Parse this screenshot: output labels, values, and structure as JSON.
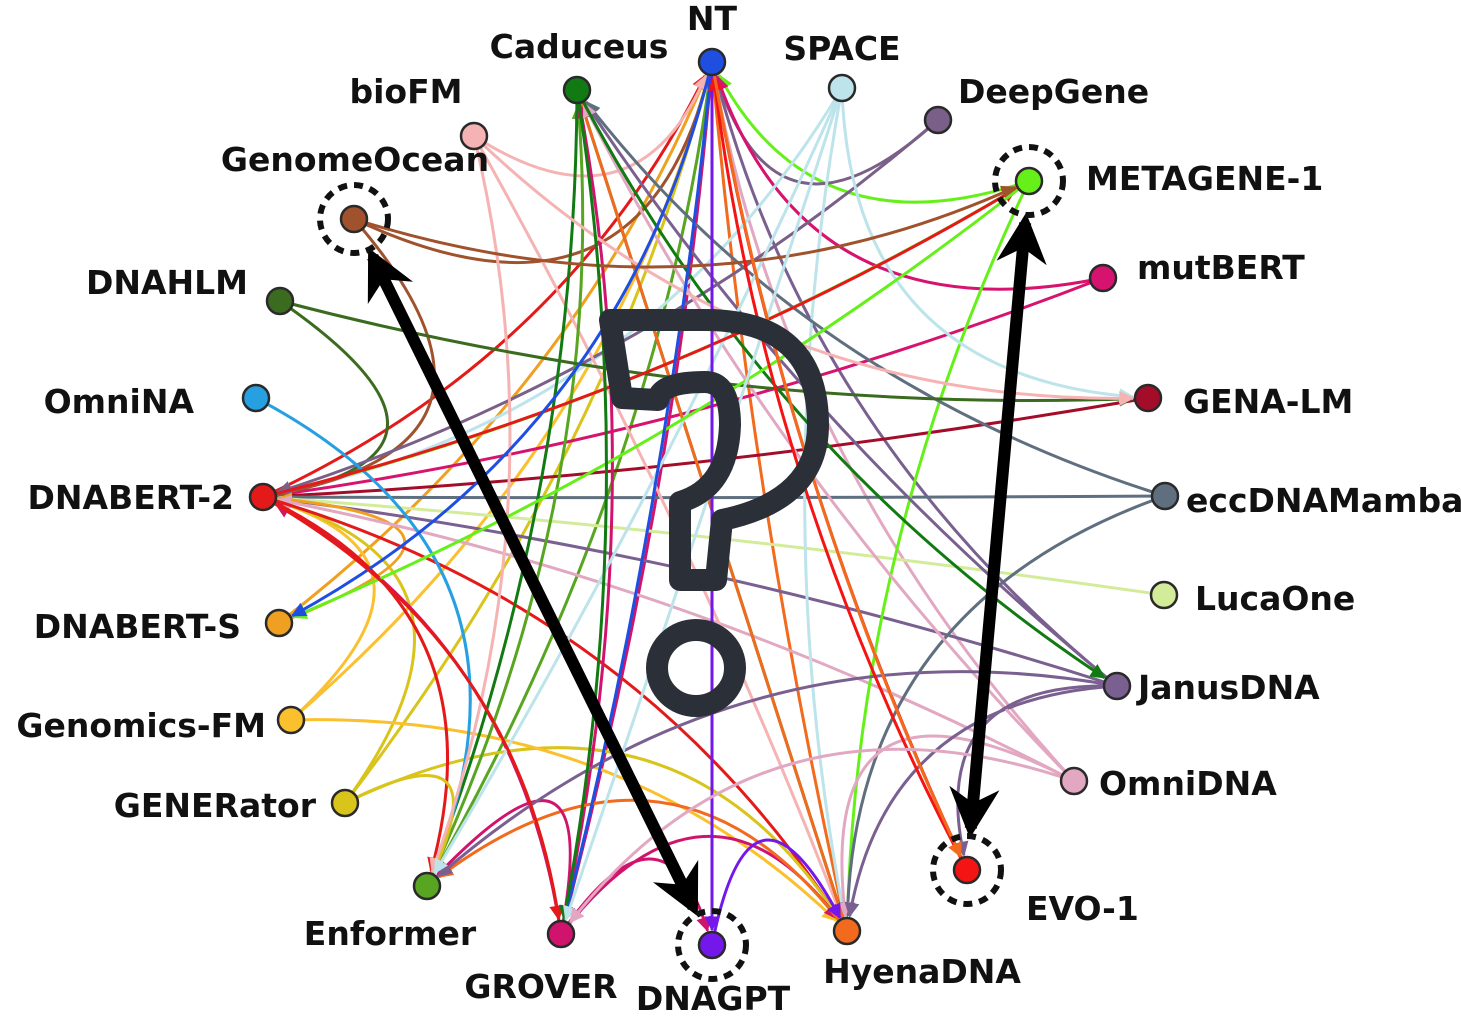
{
  "diagram": {
    "nodes": [
      {
        "id": "NT",
        "label": "NT",
        "color": "#1f4fe0",
        "highlight": false
      },
      {
        "id": "SPACE",
        "label": "SPACE",
        "color": "#bde4ea",
        "highlight": false
      },
      {
        "id": "DeepGene",
        "label": "DeepGene",
        "color": "#7a5f88",
        "highlight": false
      },
      {
        "id": "METAGENE-1",
        "label": "METAGENE-1",
        "color": "#66f01a",
        "highlight": true
      },
      {
        "id": "mutBERT",
        "label": "mutBERT",
        "color": "#d6136e",
        "highlight": false
      },
      {
        "id": "GENA-LM",
        "label": "GENA-LM",
        "color": "#a30d2a",
        "highlight": false
      },
      {
        "id": "eccDNAMamba",
        "label": "eccDNAMamba",
        "color": "#5f6f7f",
        "highlight": false
      },
      {
        "id": "LucaOne",
        "label": "LucaOne",
        "color": "#d3ec9a",
        "highlight": false
      },
      {
        "id": "JanusDNA",
        "label": "JanusDNA",
        "color": "#7a6090",
        "highlight": false
      },
      {
        "id": "OmniDNA",
        "label": "OmniDNA",
        "color": "#e2a8c2",
        "highlight": false
      },
      {
        "id": "EVO-1",
        "label": "EVO-1",
        "color": "#f41414",
        "highlight": true
      },
      {
        "id": "HyenaDNA",
        "label": "HyenaDNA",
        "color": "#f26a1d",
        "highlight": false
      },
      {
        "id": "DNAGPT",
        "label": "DNAGPT",
        "color": "#7417ea",
        "highlight": true
      },
      {
        "id": "GROVER",
        "label": "GROVER",
        "color": "#d0146e",
        "highlight": false
      },
      {
        "id": "Enformer",
        "label": "Enformer",
        "color": "#58a521",
        "highlight": false
      },
      {
        "id": "GENERator",
        "label": "GENERator",
        "color": "#d8c41a",
        "highlight": false
      },
      {
        "id": "Genomics-FM",
        "label": "Genomics-FM",
        "color": "#fbc02d",
        "highlight": false
      },
      {
        "id": "DNABERT-S",
        "label": "DNABERT-S",
        "color": "#f0a020",
        "highlight": false
      },
      {
        "id": "DNABERT-2",
        "label": "DNABERT-2",
        "color": "#e41a1a",
        "highlight": false
      },
      {
        "id": "OmniNA",
        "label": "OmniNA",
        "color": "#27a0e2",
        "highlight": false
      },
      {
        "id": "DNAHLM",
        "label": "DNAHLM",
        "color": "#3b6b1f",
        "highlight": false
      },
      {
        "id": "GenomeOcean",
        "label": "GenomeOcean",
        "color": "#a0522d",
        "highlight": true
      },
      {
        "id": "bioFM",
        "label": "bioFM",
        "color": "#f5b3b3",
        "highlight": false
      },
      {
        "id": "Caduceus",
        "label": "Caduceus",
        "color": "#127a12",
        "highlight": false
      }
    ],
    "edges": [
      {
        "from": "DNABERT-2",
        "to": "NT",
        "color": "#e41a1a"
      },
      {
        "from": "HyenaDNA",
        "to": "NT",
        "color": "#f26a1d"
      },
      {
        "from": "GROVER",
        "to": "NT",
        "color": "#d0146e"
      },
      {
        "from": "Enformer",
        "to": "NT",
        "color": "#58a521"
      },
      {
        "from": "DNABERT-S",
        "to": "NT",
        "color": "#f0a020"
      },
      {
        "from": "GENERator",
        "to": "NT",
        "color": "#d8c41a"
      },
      {
        "from": "Genomics-FM",
        "to": "NT",
        "color": "#fbc02d"
      },
      {
        "from": "GenomeOcean",
        "to": "NT",
        "color": "#a0522d"
      },
      {
        "from": "METAGENE-1",
        "to": "NT",
        "color": "#66f01a"
      },
      {
        "from": "EVO-1",
        "to": "NT",
        "color": "#f41414"
      },
      {
        "from": "JanusDNA",
        "to": "NT",
        "color": "#7a6090"
      },
      {
        "from": "OmniDNA",
        "to": "NT",
        "color": "#e2a8c2"
      },
      {
        "from": "bioFM",
        "to": "NT",
        "color": "#f5b3b3"
      },
      {
        "from": "DeepGene",
        "to": "NT",
        "color": "#7a5f88"
      },
      {
        "from": "mutBERT",
        "to": "NT",
        "color": "#d6136e"
      },
      {
        "from": "SPACE",
        "to": "DNABERT-2",
        "color": "#bde4ea"
      },
      {
        "from": "METAGENE-1",
        "to": "DNABERT-2",
        "color": "#66f01a"
      },
      {
        "from": "mutBERT",
        "to": "DNABERT-2",
        "color": "#d6136e"
      },
      {
        "from": "GENA-LM",
        "to": "DNABERT-2",
        "color": "#a30d2a"
      },
      {
        "from": "eccDNAMamba",
        "to": "DNABERT-2",
        "color": "#5f6f7f"
      },
      {
        "from": "LucaOne",
        "to": "DNABERT-2",
        "color": "#d3ec9a"
      },
      {
        "from": "JanusDNA",
        "to": "DNABERT-2",
        "color": "#7a6090"
      },
      {
        "from": "DNAHLM",
        "to": "DNABERT-2",
        "color": "#3b6b1f"
      },
      {
        "from": "GenomeOcean",
        "to": "DNABERT-2",
        "color": "#a0522d"
      },
      {
        "from": "DeepGene",
        "to": "DNABERT-2",
        "color": "#7a5f88"
      },
      {
        "from": "Genomics-FM",
        "to": "DNABERT-2",
        "color": "#fbc02d"
      },
      {
        "from": "GENERator",
        "to": "DNABERT-2",
        "color": "#d8c41a"
      },
      {
        "from": "DNABERT-S",
        "to": "DNABERT-2",
        "color": "#f0a020"
      },
      {
        "from": "GROVER",
        "to": "DNABERT-2",
        "color": "#d0146e"
      },
      {
        "from": "OmniDNA",
        "to": "DNABERT-2",
        "color": "#e2a8c2"
      },
      {
        "from": "DNABERT-2",
        "to": "HyenaDNA",
        "color": "#e41a1a"
      },
      {
        "from": "SPACE",
        "to": "HyenaDNA",
        "color": "#bde4ea"
      },
      {
        "from": "METAGENE-1",
        "to": "HyenaDNA",
        "color": "#66f01a"
      },
      {
        "from": "Caduceus",
        "to": "HyenaDNA",
        "color": "#127a12"
      },
      {
        "from": "bioFM",
        "to": "HyenaDNA",
        "color": "#f5b3b3"
      },
      {
        "from": "GENERator",
        "to": "HyenaDNA",
        "color": "#d8c41a"
      },
      {
        "from": "Genomics-FM",
        "to": "HyenaDNA",
        "color": "#fbc02d"
      },
      {
        "from": "GROVER",
        "to": "HyenaDNA",
        "color": "#d0146e"
      },
      {
        "from": "eccDNAMamba",
        "to": "HyenaDNA",
        "color": "#5f6f7f"
      },
      {
        "from": "OmniDNA",
        "to": "HyenaDNA",
        "color": "#e2a8c2"
      },
      {
        "from": "JanusDNA",
        "to": "HyenaDNA",
        "color": "#7a6090"
      },
      {
        "from": "HyenaDNA",
        "to": "Caduceus",
        "color": "#f26a1d"
      },
      {
        "from": "Enformer",
        "to": "Caduceus",
        "color": "#58a521"
      },
      {
        "from": "GROVER",
        "to": "Caduceus",
        "color": "#d0146e"
      },
      {
        "from": "JanusDNA",
        "to": "Caduceus",
        "color": "#7a6090"
      },
      {
        "from": "eccDNAMamba",
        "to": "Caduceus",
        "color": "#5f6f7f"
      },
      {
        "from": "OmniDNA",
        "to": "Caduceus",
        "color": "#e2a8c2"
      },
      {
        "from": "Caduceus",
        "to": "JanusDNA",
        "color": "#127a12"
      },
      {
        "from": "Caduceus",
        "to": "Enformer",
        "color": "#127a12"
      },
      {
        "from": "DNABERT-2",
        "to": "Enformer",
        "color": "#e41a1a"
      },
      {
        "from": "HyenaDNA",
        "to": "Enformer",
        "color": "#f26a1d"
      },
      {
        "from": "OmniNA",
        "to": "Enformer",
        "color": "#27a0e2"
      },
      {
        "from": "GENERator",
        "to": "Enformer",
        "color": "#d8c41a"
      },
      {
        "from": "bioFM",
        "to": "Enformer",
        "color": "#f5b3b3"
      },
      {
        "from": "GROVER",
        "to": "Enformer",
        "color": "#d0146e"
      },
      {
        "from": "JanusDNA",
        "to": "Enformer",
        "color": "#7a6090"
      },
      {
        "from": "SPACE",
        "to": "Enformer",
        "color": "#bde4ea"
      },
      {
        "from": "DNAHLM",
        "to": "GENA-LM",
        "color": "#3b6b1f"
      },
      {
        "from": "SPACE",
        "to": "GENA-LM",
        "color": "#bde4ea"
      },
      {
        "from": "bioFM",
        "to": "GENA-LM",
        "color": "#f5b3b3"
      },
      {
        "from": "DNABERT-2",
        "to": "METAGENE-1",
        "color": "#e41a1a"
      },
      {
        "from": "GenomeOcean",
        "to": "METAGENE-1",
        "color": "#a0522d"
      },
      {
        "from": "METAGENE-1",
        "to": "DNABERT-S",
        "color": "#66f01a"
      },
      {
        "from": "NT",
        "to": "DNABERT-S",
        "color": "#1f4fe0"
      },
      {
        "from": "DNABERT-2",
        "to": "GROVER",
        "color": "#e41a1a"
      },
      {
        "from": "NT",
        "to": "GROVER",
        "color": "#1f4fe0"
      },
      {
        "from": "Caduceus",
        "to": "GROVER",
        "color": "#127a12"
      },
      {
        "from": "SPACE",
        "to": "GROVER",
        "color": "#bde4ea"
      },
      {
        "from": "GROVER",
        "to": "DNAGPT",
        "color": "#d0146e"
      },
      {
        "from": "DNAGPT",
        "to": "HyenaDNA",
        "color": "#7417ea"
      },
      {
        "from": "NT",
        "to": "DNAGPT",
        "color": "#7417ea"
      },
      {
        "from": "EVO-1",
        "to": "NT",
        "color": "#f41414"
      },
      {
        "from": "JanusDNA",
        "to": "EVO-1",
        "color": "#7a6090"
      },
      {
        "from": "NT",
        "to": "EVO-1",
        "color": "#f26a1d"
      },
      {
        "from": "OmniDNA",
        "to": "GROVER",
        "color": "#e2a8c2"
      }
    ],
    "question_mark": "?",
    "highlight_arrows": [
      {
        "from": "GenomeOcean",
        "to": "DNAGPT"
      },
      {
        "from": "METAGENE-1",
        "to": "EVO-1"
      }
    ]
  }
}
